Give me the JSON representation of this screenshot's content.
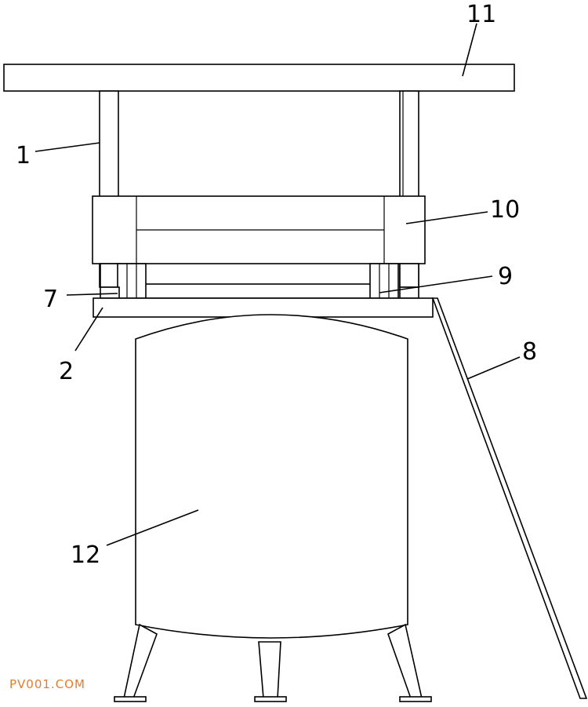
{
  "labels": {
    "top_plate": "11",
    "column": "1",
    "upper_block": "10",
    "right_pin": "9",
    "left_pin": "7",
    "base_plate": "2",
    "inclined_rod": "8",
    "tank": "12"
  },
  "watermark": "PV001.COM",
  "colors": {
    "line": "#000000",
    "background": "#ffffff",
    "watermark": "#e87b2c"
  }
}
